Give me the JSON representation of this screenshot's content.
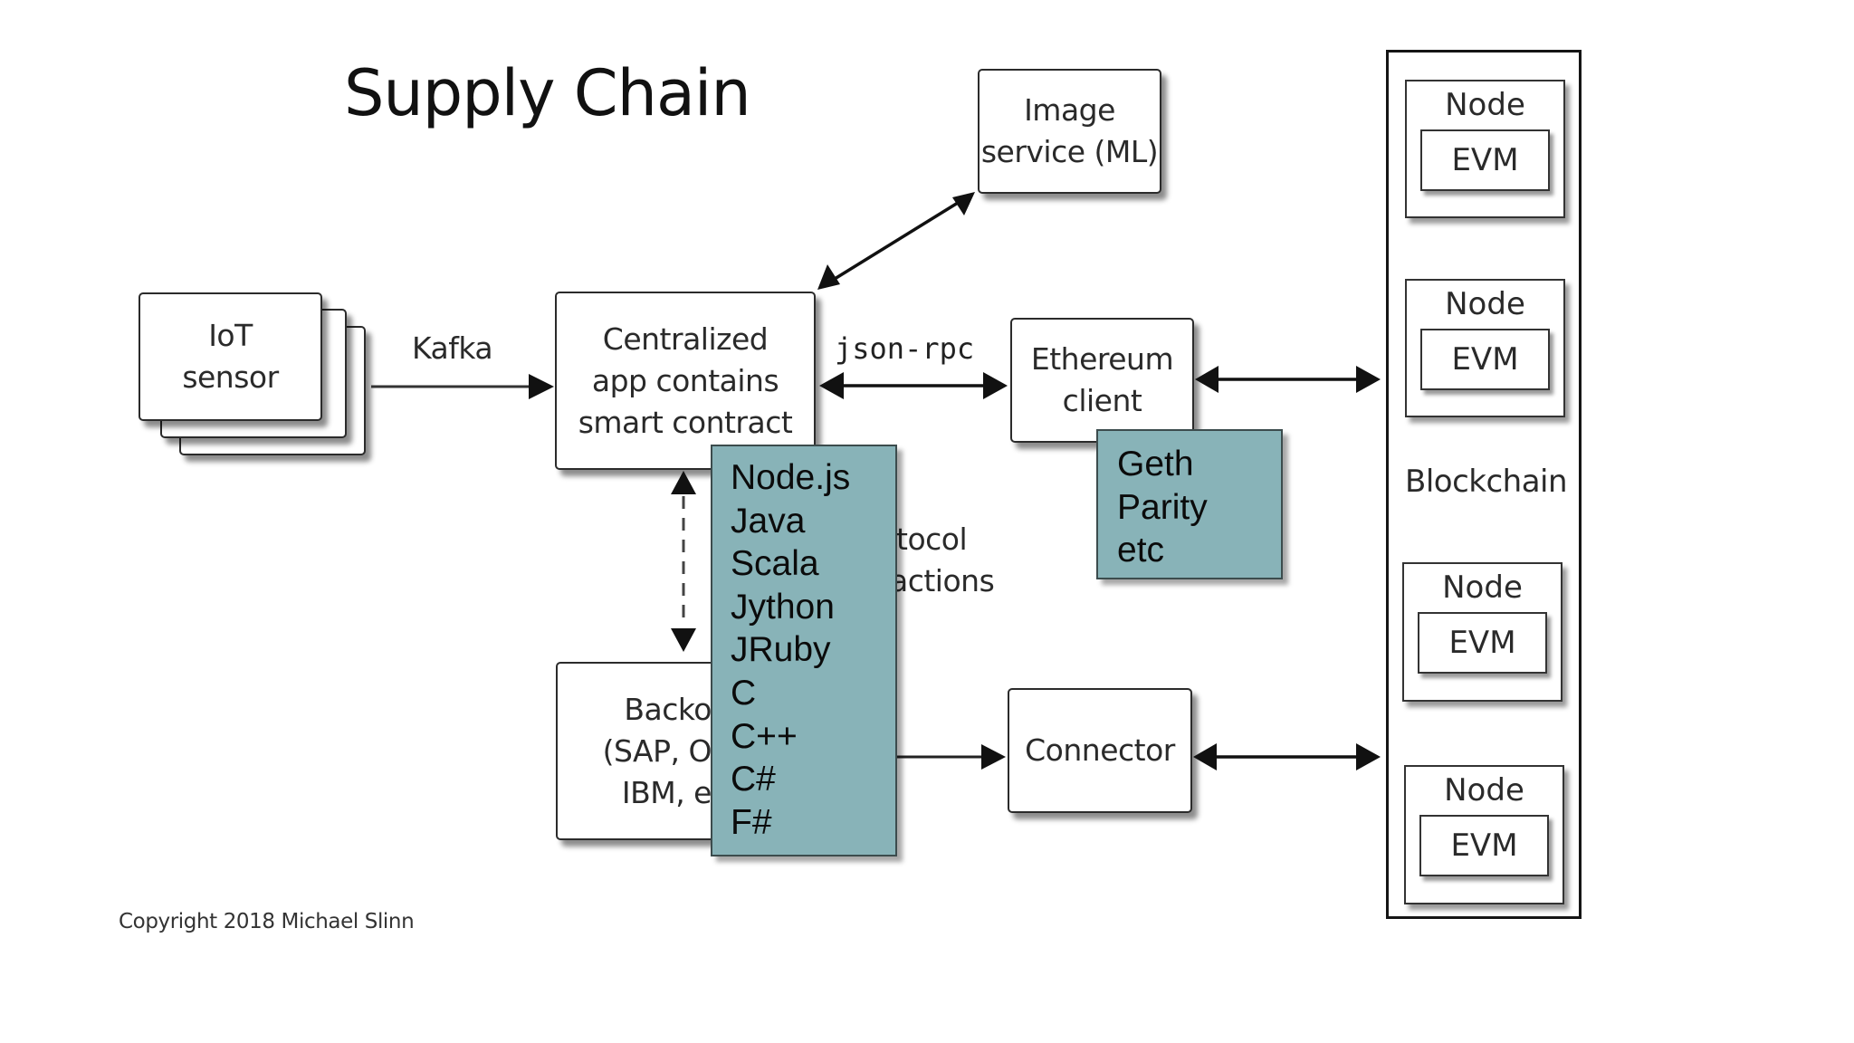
{
  "title": "Supply Chain",
  "nodes": {
    "iot_sensor": [
      "IoT",
      "sensor"
    ],
    "central_app": [
      "Centralized",
      "app contains",
      "smart contract"
    ],
    "image_service": [
      "Image",
      "service (ML)"
    ],
    "ethereum_client": [
      "Ethereum",
      "client"
    ],
    "connector": [
      "Connector"
    ],
    "backoffice_visible": [
      "Backo",
      "(SAP, O",
      "IBM, e"
    ]
  },
  "edge_labels": {
    "kafka": "Kafka",
    "json_rpc": "json-rpc",
    "protocol_partial": [
      "tocol",
      "actions"
    ]
  },
  "overlays": {
    "languages": [
      "Node.js",
      "Java",
      "Scala",
      "Jython",
      "JRuby",
      "C",
      "C++",
      "C#",
      "F#"
    ],
    "clients": [
      "Geth",
      "Parity",
      "etc"
    ],
    "color": "#88b3b8"
  },
  "blockchain": {
    "label": "Blockchain",
    "node_label": "Node",
    "evm_label": "EVM",
    "node_count": 4
  },
  "copyright": "Copyright 2018 Michael Slinn"
}
